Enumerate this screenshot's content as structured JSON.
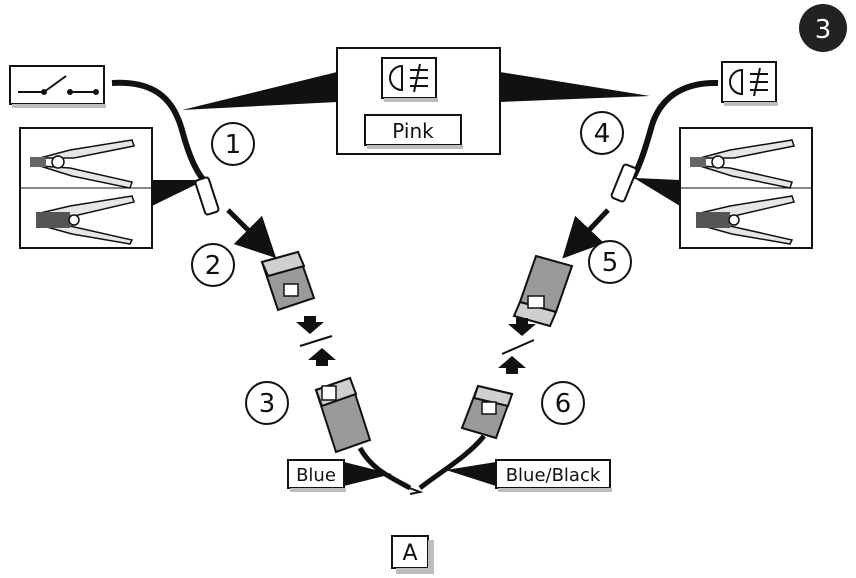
{
  "step_badge": "3",
  "wire_color_box": "Pink",
  "wire_left_label": "Blue",
  "wire_right_label": "Blue/Black",
  "figure_label": "A",
  "callouts": [
    "1",
    "2",
    "3",
    "4",
    "5",
    "6"
  ],
  "colors": {
    "ink": "#111111",
    "badge": "#222222",
    "shade": "#bdbdbd",
    "fill": "#e6e6e6"
  },
  "icons": [
    "switch-icon",
    "fog-lamp-icon",
    "wire-stripper-icon",
    "crimping-tool-icon",
    "connector-female-icon",
    "connector-male-icon",
    "arrow-down-icon",
    "arrow-up-icon"
  ]
}
